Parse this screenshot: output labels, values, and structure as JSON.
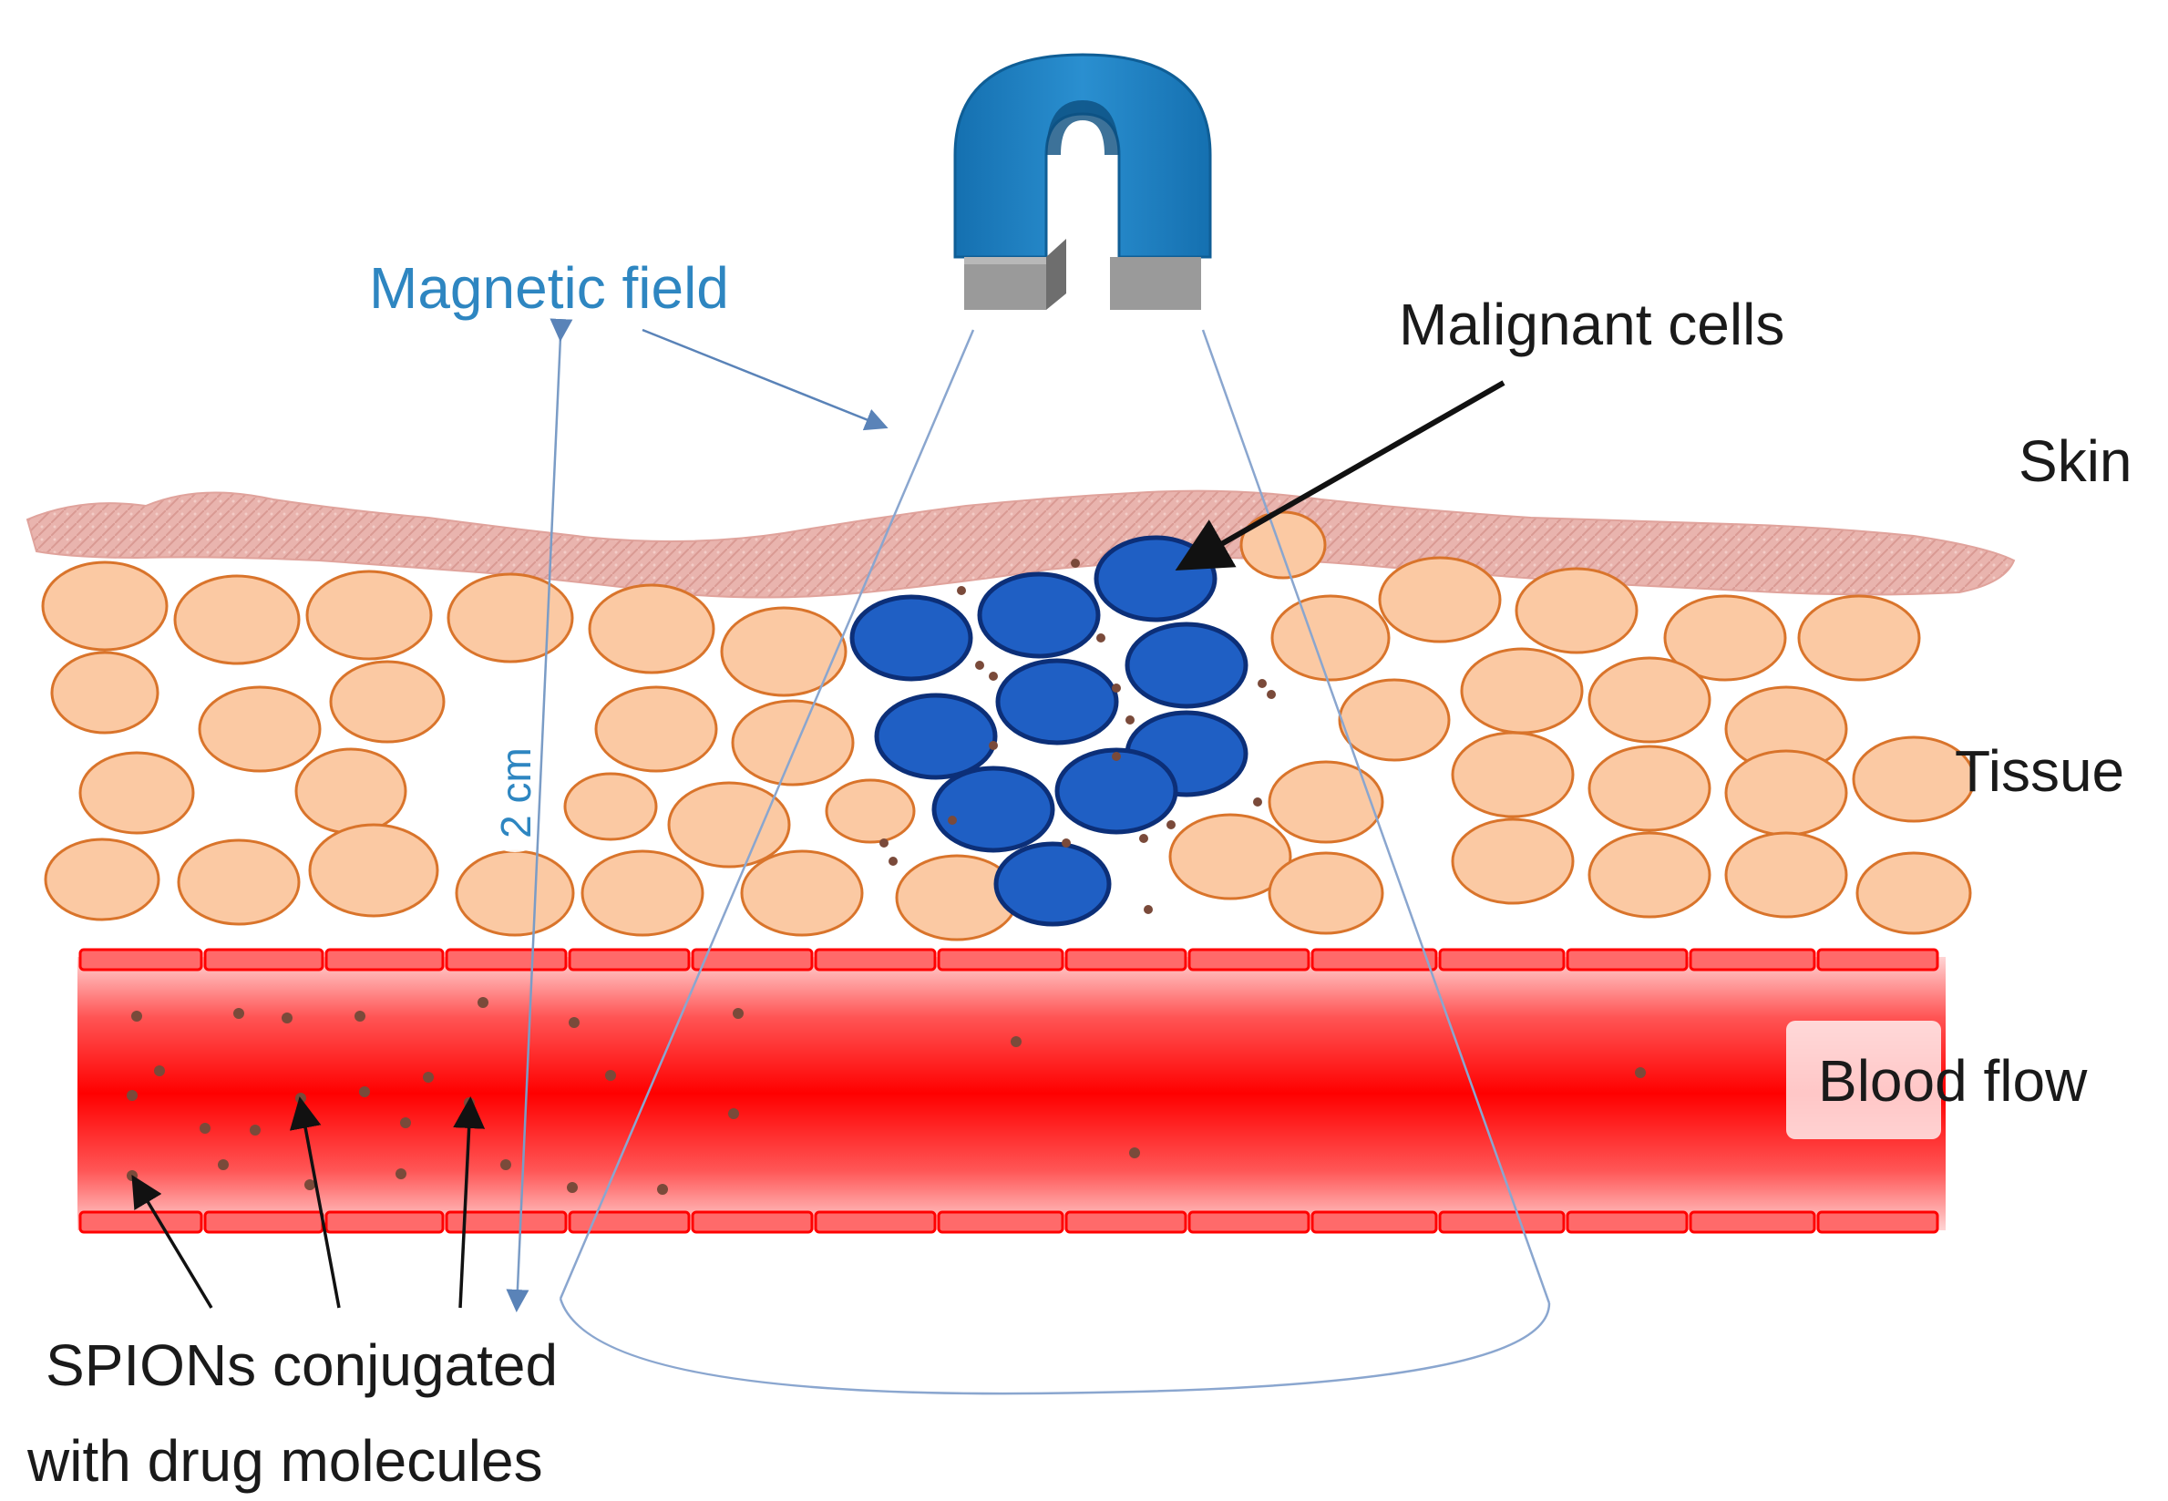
{
  "labels": {
    "magnetic_field": "Magnetic field",
    "malignant_cells": "Malignant cells",
    "skin": "Skin",
    "tissue": "Tissue",
    "blood_flow": "Blood flow",
    "distance": "2 cm",
    "spions_line1": "SPIONs conjugated",
    "spions_line2": "with drug molecules"
  },
  "colors": {
    "magnet_blue": "#1a7fc1",
    "magnet_tip": "#9a9a9a",
    "field_line": "#7a9cc6",
    "field_text": "#2e86c1",
    "skin": "#e8b0aa",
    "tissue_fill": "#fbc9a3",
    "tissue_stroke": "#d9742b",
    "malignant_fill": "#1f5fc4",
    "malignant_stroke": "#0c2f78",
    "blood_red": "#ff1010",
    "spion_dot": "#7a4a3a"
  },
  "icons": {
    "magnet": "horseshoe-magnet-icon"
  }
}
